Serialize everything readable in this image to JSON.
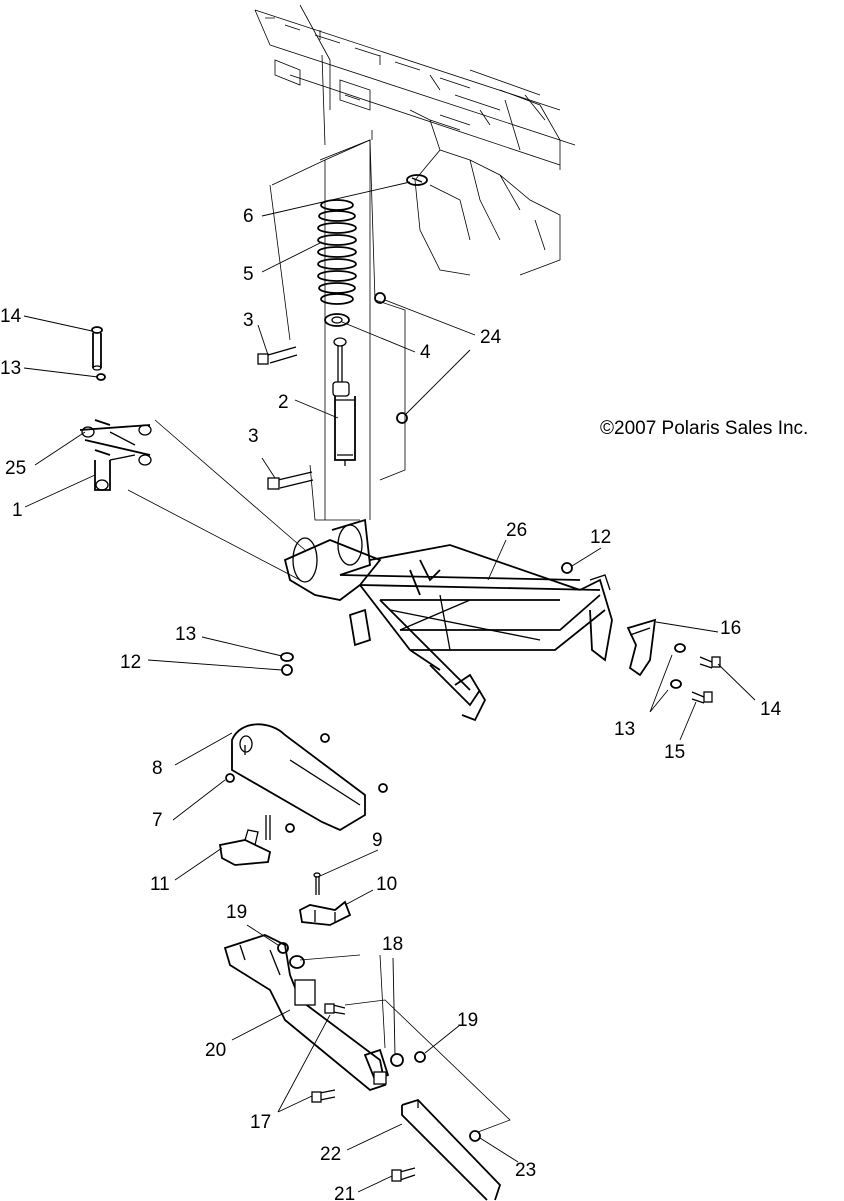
{
  "copyright": "©2007 Polaris Sales Inc.",
  "callouts": [
    "1",
    "2",
    "3",
    "3",
    "4",
    "5",
    "6",
    "7",
    "8",
    "9",
    "10",
    "11",
    "12",
    "12",
    "13",
    "13",
    "13",
    "14",
    "14",
    "15",
    "16",
    "17",
    "18",
    "19",
    "19",
    "20",
    "21",
    "22",
    "23",
    "24",
    "25",
    "26"
  ]
}
